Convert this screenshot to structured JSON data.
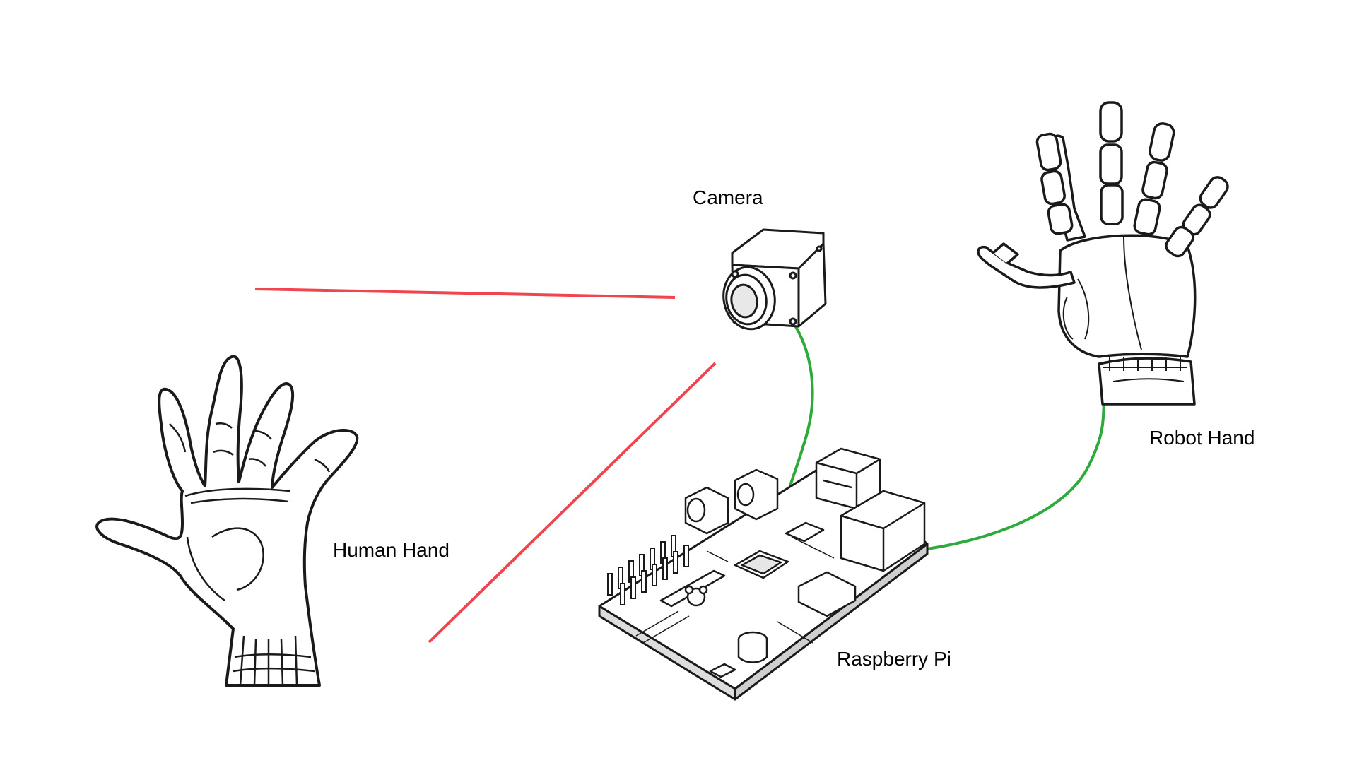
{
  "labels": {
    "camera": "Camera",
    "human_hand": "Human Hand",
    "robot_hand": "Robot Hand",
    "raspberry_pi": "Raspberry Pi"
  },
  "colors": {
    "sight_line": "#f0454f",
    "cable": "#2eaa3b",
    "ink": "#1a1a1a",
    "fill": "#ffffff"
  },
  "icons": {
    "human_hand": "human-hand-icon",
    "robot_hand": "robot-hand-icon",
    "camera": "camera-icon",
    "raspberry_pi": "raspberry-pi-board-icon"
  }
}
